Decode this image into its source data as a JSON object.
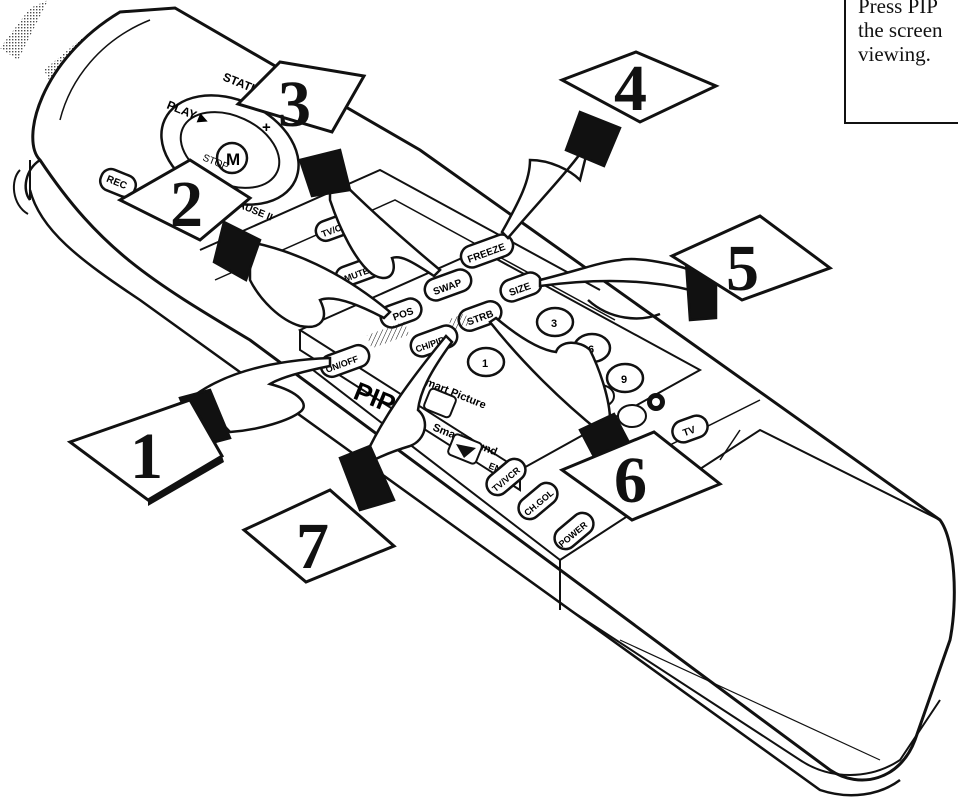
{
  "note": {
    "lines": [
      "Press PIP",
      "the screen",
      "viewing."
    ]
  },
  "callouts": [
    "1",
    "2",
    "3",
    "4",
    "5",
    "6",
    "7"
  ],
  "remote": {
    "brand_label": "PIP",
    "buttons": {
      "rec": "REC",
      "play": "PLAY ▶",
      "status": "STATUS",
      "stop": "STOP",
      "menu": "M",
      "pause": "PAUSE II",
      "plus": "+",
      "tvcable": "TV/CABLE",
      "mute": "MUTE",
      "pos": "POS",
      "swap": "SWAP",
      "freeze": "FREEZE",
      "onoff": "ON/OFF",
      "ch_pip": "CH/PIP",
      "strb": "STRB",
      "size": "SIZE",
      "smart_picture": "Smart Picture",
      "smart_sound": "Smart Sound",
      "enter": "ENTER",
      "tvvcr": "TV/VCR",
      "chgol": "CH.GOL",
      "power": "POWER",
      "tv": "TV",
      "num1": "1",
      "num3": "3",
      "num6": "6",
      "num9": "9"
    }
  }
}
